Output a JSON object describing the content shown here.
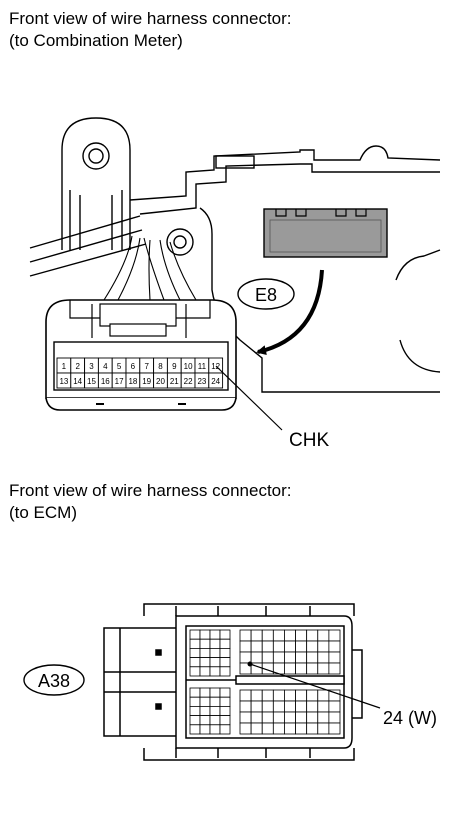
{
  "captions": {
    "meter_line1": "Front view of wire harness connector:",
    "meter_line2": "(to Combination Meter)",
    "ecm_line1": "Front view of wire harness connector:",
    "ecm_line2": "(to ECM)"
  },
  "labels": {
    "e8": "E8",
    "chk": "CHK",
    "a38": "A38",
    "pin24": "24 (W)"
  },
  "meter_pins": {
    "row1": [
      "1",
      "2",
      "3",
      "4",
      "5",
      "6",
      "7",
      "8",
      "9",
      "10",
      "11",
      "12"
    ],
    "row2": [
      "13",
      "14",
      "15",
      "16",
      "17",
      "18",
      "19",
      "20",
      "21",
      "22",
      "23",
      "24"
    ]
  }
}
